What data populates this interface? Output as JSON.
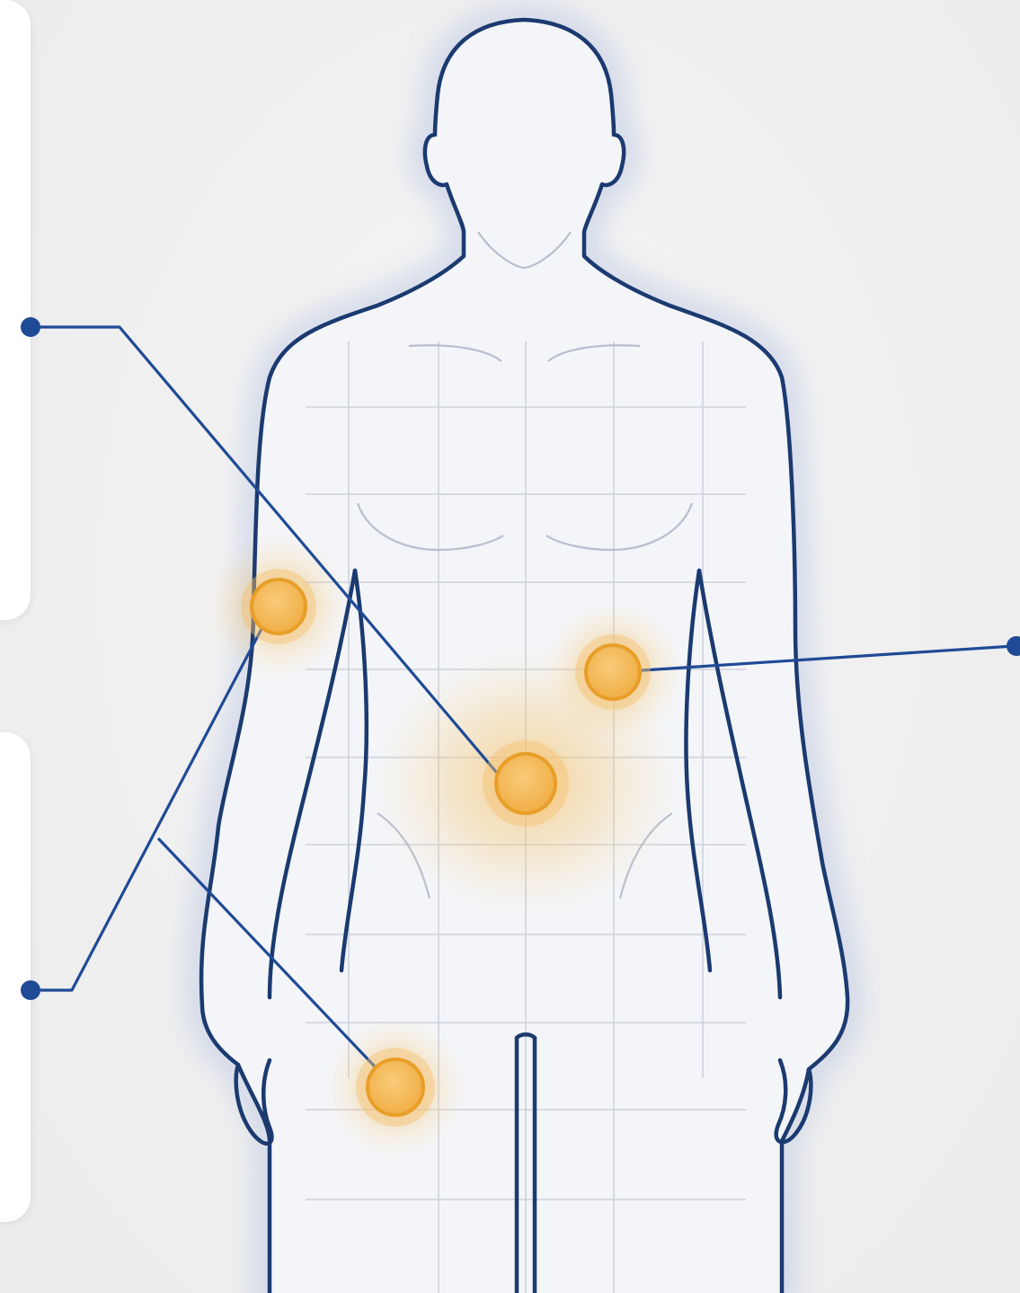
{
  "colors": {
    "outline": "#1b3a70",
    "leader": "#1f4a96",
    "grid": "#c4cad6",
    "glow": "#f2b444",
    "marker_ring": "#e89e28",
    "marker_fill": "#f5c067",
    "panel": "#ffffff"
  },
  "icons": {
    "figure": "human-body-outline-icon",
    "marker": "pain-site-marker-icon",
    "endpoint": "callout-dot-icon"
  },
  "markers": [
    {
      "id": "upper-arm"
    },
    {
      "id": "left-abdomen"
    },
    {
      "id": "navel"
    },
    {
      "id": "thigh"
    }
  ]
}
